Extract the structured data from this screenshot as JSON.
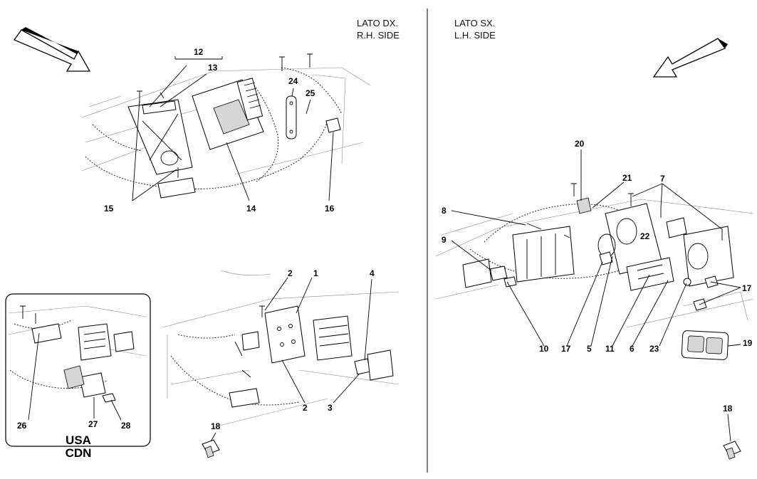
{
  "labels": {
    "rh_side_it": "LATO DX.",
    "rh_side_en": "R.H. SIDE",
    "lh_side_it": "LATO SX.",
    "lh_side_en": "L.H. SIDE",
    "usa": "USA",
    "cdn": "CDN"
  },
  "callouts": {
    "c12": "12",
    "c13": "13",
    "c24": "24",
    "c25": "25",
    "c15": "15",
    "c14": "14",
    "c16": "16",
    "c20": "20",
    "c21": "21",
    "c7": "7",
    "c8": "8",
    "c22": "22",
    "c9": "9",
    "c17a": "17",
    "c17b": "17",
    "c10": "10",
    "c5": "5",
    "c11": "11",
    "c6": "6",
    "c23": "23",
    "c19": "19",
    "c18a": "18",
    "c18b": "18",
    "c2a": "2",
    "c1": "1",
    "c4": "4",
    "c2b": "2",
    "c3": "3",
    "c26": "26",
    "c27": "27",
    "c28": "28"
  },
  "colors": {
    "line": "#000000",
    "background": "#ffffff",
    "fill_grey": "#d6d6d6"
  }
}
